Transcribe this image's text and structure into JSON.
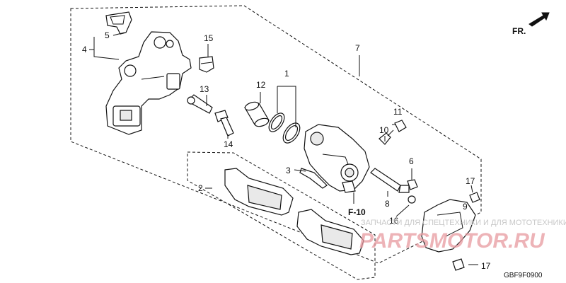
{
  "orientation_label": "FR.",
  "callouts": [
    "1",
    "2",
    "3",
    "4",
    "5",
    "6",
    "7",
    "8",
    "9",
    "10",
    "11",
    "12",
    "13",
    "14",
    "15",
    "16",
    "17",
    "17"
  ],
  "reference_label": "F-10",
  "watermark": {
    "tagline": "ЗАПЧАСТИ ДЛЯ СПЕЦТЕХНИКИ И ДЛЯ МОТОТЕХНИКИ",
    "logo": "PARTSMOTOR.RU"
  },
  "diagram_code": "GBF9F0900",
  "icons": {
    "direction": "arrow-icon"
  }
}
